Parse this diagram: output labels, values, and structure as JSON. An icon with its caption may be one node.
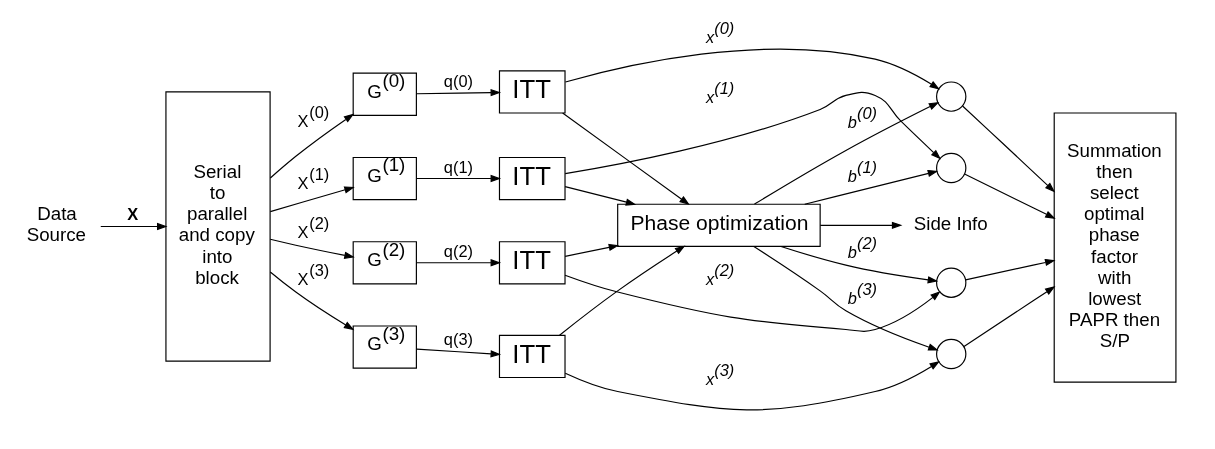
{
  "diagram": {
    "nodes": [
      {
        "text": [
          "Data Source"
        ]
      },
      {
        "text": [
          "Serial to parallel and copy into block"
        ]
      },
      {
        "text": [
          "G$^{(0)}$"
        ]
      },
      {
        "text": [
          "G$^{(1)}$"
        ]
      },
      {
        "text": [
          "G$^{(2)}$"
        ]
      },
      {
        "text": [
          "G$^{(3)}$"
        ]
      },
      {
        "text": [
          "ITT"
        ]
      },
      {
        "text": [
          "ITT"
        ]
      },
      {
        "text": [
          "ITT"
        ]
      },
      {
        "text": [
          "ITT"
        ]
      },
      {
        "text": [],
        "shape": "circle"
      },
      {
        "text": [],
        "shape": "circle"
      },
      {
        "text": [],
        "shape": "circle"
      },
      {
        "text": [],
        "shape": "circle"
      },
      {
        "text": [
          "Summation then select optimal phase factor with lowest PAPR then S/P"
        ]
      },
      {
        "text": [
          "Phase optimization"
        ]
      },
      {
        "text": [
          "Side Info"
        ]
      }
    ],
    "edges": [
      {
        "from": 0,
        "to": 1,
        "arrow": "to",
        "label": "**X**"
      },
      {
        "from": 1,
        "to": 2,
        "arrow": "to",
        "label": "X$^{(0)}$"
      },
      {
        "from": 1,
        "to": 3,
        "arrow": "to",
        "label": "X$^{(1)}$"
      },
      {
        "from": 1,
        "to": 4,
        "arrow": "to",
        "label": "X$^{(2)}$"
      },
      {
        "from": 1,
        "to": 5,
        "arrow": "to",
        "label": "X$^{(3)}$"
      },
      {
        "from": 2,
        "to": 6,
        "arrow": "to",
        "label": "q(0)"
      },
      {
        "from": 3,
        "to": 7,
        "arrow": "to",
        "label": "q(1)"
      },
      {
        "from": 4,
        "to": 8,
        "arrow": "to",
        "label": "q(2)"
      },
      {
        "from": 5,
        "to": 9,
        "arrow": "to",
        "label": "q(3)"
      },
      {
        "from": 6,
        "to": 10,
        "arrow": "to",
        "label": "x$^{(0)}$"
      },
      {
        "from": 7,
        "to": 11,
        "arrow": "to",
        "label": "x$^{(1)}$"
      },
      {
        "from": 8,
        "to": 12,
        "arrow": "to",
        "label": "x$^{(2)}$"
      },
      {
        "from": 9,
        "to": 13,
        "arrow": "to",
        "label": "x$^{(3)}$"
      },
      {
        "from": 6,
        "to": 15,
        "arrow": "to"
      },
      {
        "from": 7,
        "to": 15,
        "arrow": "to"
      },
      {
        "from": 8,
        "to": 15,
        "arrow": "to"
      },
      {
        "from": 9,
        "to": 15,
        "arrow": "to"
      },
      {
        "from": 15,
        "to": 10,
        "arrow": "to",
        "label": "b$^{(0)}$"
      },
      {
        "from": 15,
        "to": 11,
        "arrow": "to",
        "label": "b$^{(1)}$"
      },
      {
        "from": 15,
        "to": 12,
        "arrow": "to",
        "label": "b$^{(2)}$"
      },
      {
        "from": 15,
        "to": 13,
        "arrow": "to",
        "label": "b$^{(3)}$"
      },
      {
        "from": 10,
        "to": 14,
        "arrow": "to"
      },
      {
        "from": 11,
        "to": 14,
        "arrow": "to"
      },
      {
        "from": 12,
        "to": 14,
        "arrow": "to"
      },
      {
        "from": 13,
        "to": 14,
        "arrow": "to"
      },
      {
        "from": 15,
        "to": 16,
        "arrow": "to"
      }
    ]
  }
}
